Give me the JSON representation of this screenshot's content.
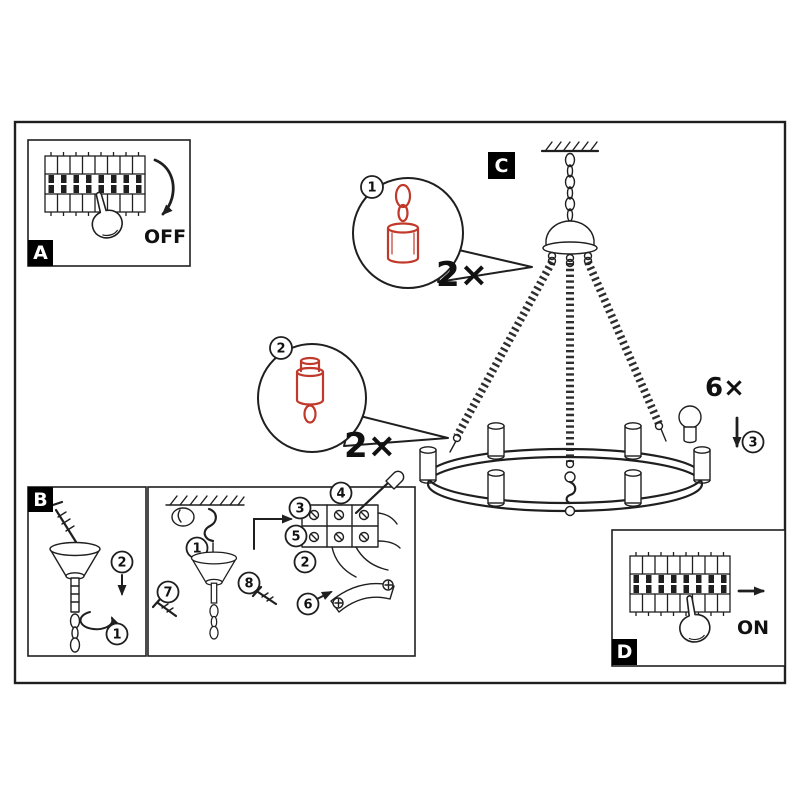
{
  "colors": {
    "line": "#1f1f1f",
    "accent_red": "#c0392b",
    "label_bg": "#000000",
    "label_fg": "#ffffff",
    "page_bg": "#ffffff"
  },
  "panels": {
    "a": {
      "label": "A",
      "caption": "OFF"
    },
    "b": {
      "label": "B",
      "steps": {
        "rotate": "1",
        "push_down": "2"
      }
    },
    "c": {
      "label": "C"
    },
    "d": {
      "label": "D",
      "caption": "ON"
    },
    "wiring": {
      "steps": {
        "s1": "1",
        "s2": "2",
        "s3": "3",
        "s4": "4",
        "s5": "5",
        "s6": "6",
        "s7": "7",
        "s8": "8"
      }
    }
  },
  "callouts": {
    "part1": {
      "number": "1",
      "count": "2×"
    },
    "part2": {
      "number": "2",
      "count": "2×"
    },
    "bulb": {
      "number": "3",
      "count": "6×"
    }
  }
}
